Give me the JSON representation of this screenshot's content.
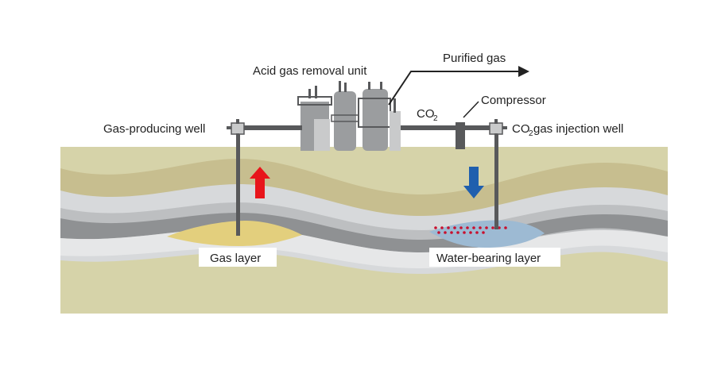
{
  "labels": {
    "acid_gas_removal_unit": "Acid gas removal unit",
    "purified_gas": "Purified gas",
    "compressor": "Compressor",
    "co2_main": "CO",
    "co2_sub": "2",
    "gas_producing_well": "Gas-producing well",
    "co2_injection_main": "CO",
    "co2_injection_sub": "2",
    "co2_injection_rest": " gas injection well",
    "gas_layer": "Gas layer",
    "water_bearing_layer": "Water-bearing layer"
  },
  "colors": {
    "ground": "#d6d3a9",
    "olive_band": "#c7be8f",
    "light_gray_band": "#d7d9db",
    "mid_gray_band": "#bdbfc1",
    "dark_gray_band": "#8f9193",
    "pale_band": "#e6e7e8",
    "gas_fill": "#e3cf7d",
    "water_fill": "#9dbad3",
    "production_arrow": "#e8151b",
    "injection_arrow": "#1f5fae",
    "co2_dots": "#c8102e",
    "equipment": "#9b9d9f",
    "equipment_light": "#c9cacb",
    "pipe": "#58595b"
  }
}
